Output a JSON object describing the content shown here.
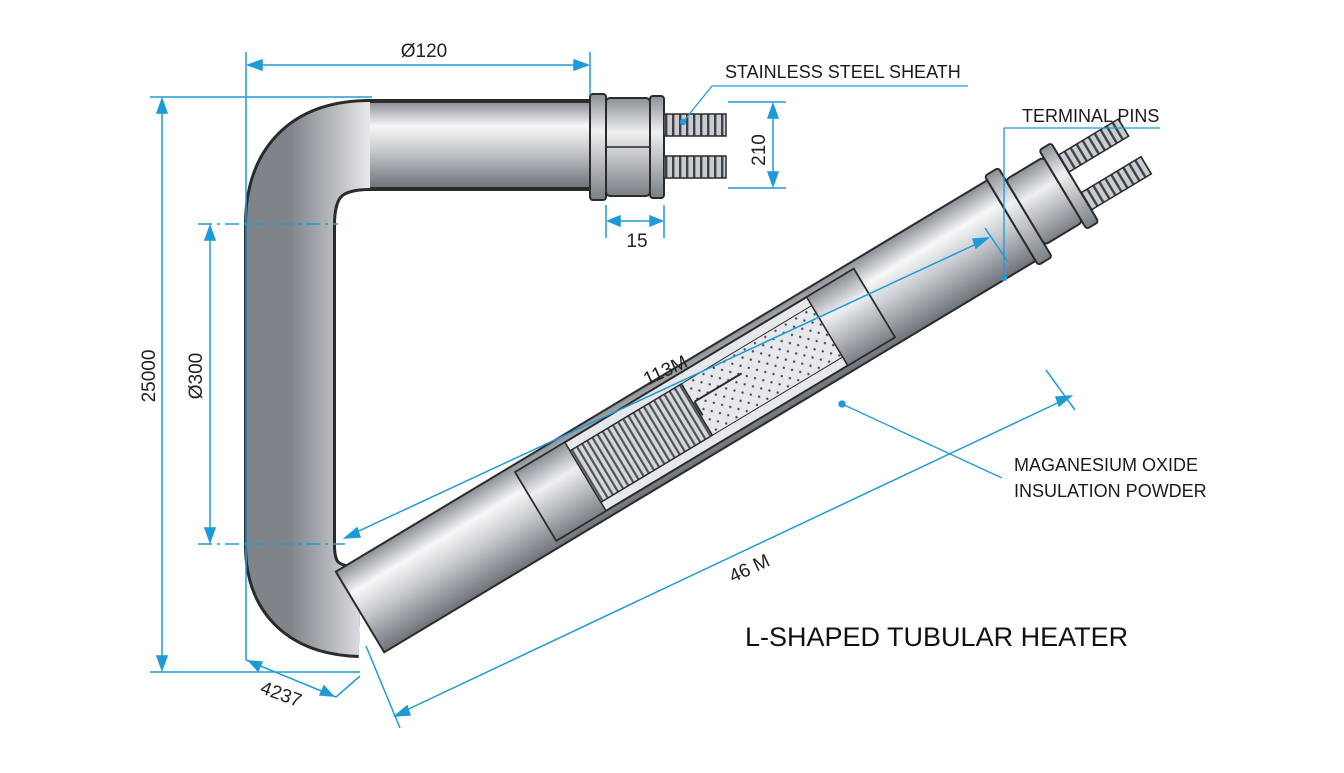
{
  "drawing": {
    "title": "L-SHAPED TUBULAR HEATER",
    "callouts": {
      "sheath": "STAINLESS STEEL SHEATH",
      "pins": "TERMINAL PINS",
      "powder_line1": "MAGANESIUM OXIDE",
      "powder_line2": "INSULATION POWDER"
    },
    "dimensions": {
      "top_width": "Ø120",
      "terminal_spacing": "210",
      "nut_width": "15",
      "overall_height": "25000",
      "inner_height": "Ø300",
      "diagonal_upper": "113M",
      "diagonal_lower": "46 M",
      "bottom_offset": "4237"
    }
  },
  "colors": {
    "dimension_line": "#1e9bd7",
    "outline": "#2b2b2b",
    "steel_light": "#f4f5f6",
    "steel_dark": "#7d8288",
    "coil": "#555a60",
    "background": "#ffffff"
  }
}
